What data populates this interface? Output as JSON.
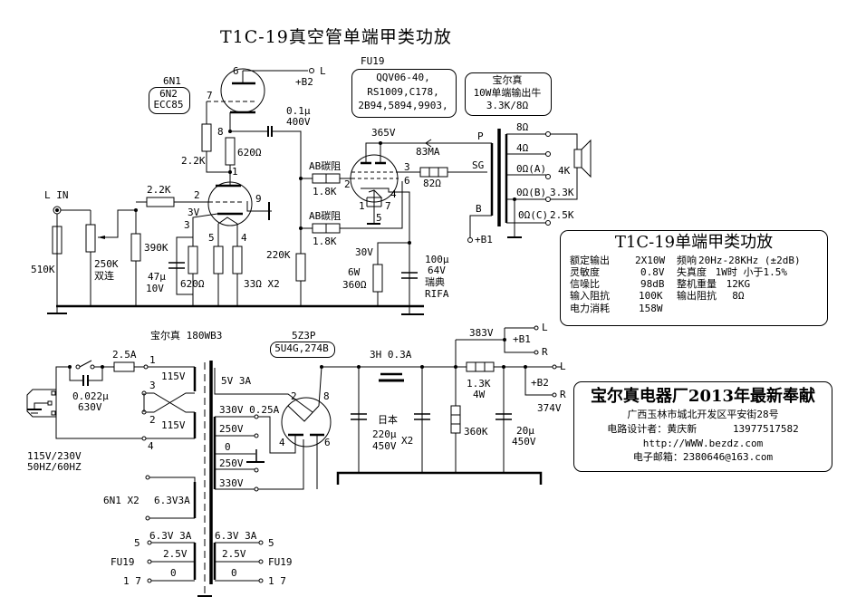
{
  "title": "T1C-19真空管单端甲类功放",
  "preamp": {
    "tube_labels": [
      "6N1",
      "6N2",
      "ECC85"
    ],
    "b2_label": "+B2",
    "l_label": "L",
    "input_label": "L IN",
    "r_input": "510K",
    "pot": "250K",
    "pot_note": "双连",
    "r_grid": "2.2K",
    "r_grid_leak": "390K",
    "c_cathode": "47μ",
    "c_cathode_v": "10V",
    "r_cathode": "620Ω",
    "r_filament": "33Ω X2",
    "r_fb": "2.2K",
    "r_plate": "620Ω",
    "coupling_cap": "0.1μ",
    "coupling_cap_v": "400V",
    "r_220k": "220K",
    "v_3v": "3V",
    "pins": {
      "p6": "6",
      "p7": "7",
      "p8": "8",
      "p1": "1",
      "p2": "2",
      "p3": "3",
      "p5": "5",
      "p4": "4",
      "p9": "9"
    }
  },
  "output_stage": {
    "fu19_label": "FU19",
    "fu19_equivalents": [
      "QQV06-40,",
      "RS1009,C178,",
      "2B94,5894,9903,"
    ],
    "v_plate": "365V",
    "current": "83MA",
    "r_g2": "82Ω",
    "r_grid1": "AB碳阻",
    "r_grid1_val": "1.8K",
    "r_grid2": "AB碳阻",
    "r_grid2_val": "1.8K",
    "v_cathode": "30V",
    "r_k_w": "6W",
    "r_k": "360Ω",
    "c_k": "100μ",
    "c_k_v": "64V",
    "c_k_brand": "瑞典",
    "c_k_brand2": "RIFA",
    "pins": {
      "p2": "2",
      "p3": "3",
      "p6": "6",
      "p4": "4",
      "p1": "1",
      "p7": "7",
      "p5": "5"
    }
  },
  "output_transformer": {
    "label": [
      "宝尔真",
      "10W单端输出牛",
      "3.3K/8Ω"
    ],
    "p": "P",
    "sg": "SG",
    "b": "B",
    "b1": "+B1",
    "taps": [
      "8Ω",
      "4Ω",
      "0Ω(A)",
      "0Ω(B)",
      "0Ω(C)"
    ],
    "tap_imp": [
      "4K",
      "3.3K",
      "2.5K"
    ]
  },
  "specs": {
    "title": "T1C-19单端甲类功放",
    "left": [
      {
        "k": "额定输出",
        "v": "2X10W"
      },
      {
        "k": "灵敏度",
        "v": "0.8V"
      },
      {
        "k": "信噪比",
        "v": "98dB"
      },
      {
        "k": "输入阻抗",
        "v": "100K"
      },
      {
        "k": "电力消耗",
        "v": "158W"
      }
    ],
    "right": [
      {
        "k": "频响",
        "v": "20Hz-28KHz (±2dB)"
      },
      {
        "k": "失真度",
        "v": " 1W时 小于1.5%"
      },
      {
        "k": "整机重量",
        "v": " 12KG"
      },
      {
        "k": "输出阻抗",
        "v": "  8Ω"
      }
    ]
  },
  "power": {
    "pt_label": "宝尔真 180WB3",
    "fuse": "2.5A",
    "cap": "0.022μ",
    "cap_v": "630V",
    "mains": "115V/230V",
    "freq": "50HZ/60HZ",
    "pri": [
      "115V",
      "115V"
    ],
    "pri_pins": [
      "1",
      "3",
      "2",
      "4"
    ],
    "sec_5v": "5V 3A",
    "sec_hv": "330V 0.25A",
    "sec_taps": [
      "250V",
      "0",
      "250V",
      "330V"
    ],
    "fil_6n1_label": "6N1 X2",
    "fil_6n1": "6.3V3A",
    "fil_left": [
      "6.3V 3A",
      "2.5V",
      "0"
    ],
    "fil_left_pins": [
      "5",
      "FU19",
      "1 7"
    ],
    "fil_right": [
      "6.3V 3A",
      "2.5V",
      "0"
    ],
    "fil_right_pins": [
      "5",
      "FU19",
      "1 7"
    ],
    "rect_tube": "5Z3P",
    "rect_equiv": "5U4G,274B",
    "rect_pins": [
      "2",
      "8",
      "4",
      "6"
    ],
    "choke": "3H 0.3A",
    "filter_caps_brand": "日本",
    "filter_caps": "220μ",
    "filter_caps_v": "450V",
    "filter_caps_n": "X2",
    "v_b1": "383V",
    "b1": "+B1",
    "b2": "+B2",
    "l": "L",
    "r": "R",
    "r_drop": "1.3K",
    "r_drop_w": "4W",
    "r_bleed": "360K",
    "c_b2": "20μ",
    "c_b2_v": "450V",
    "v_b2": "374V"
  },
  "maker": {
    "line1": "宝尔真电器厂2013年最新奉献",
    "line2": "广西玉林市城北开发区平安街28号",
    "line3": "电路设计者：黄庆新      13977517582",
    "line4": "http://WWW.bezdz.com",
    "line5": "电子邮箱：2380646@163.com"
  }
}
